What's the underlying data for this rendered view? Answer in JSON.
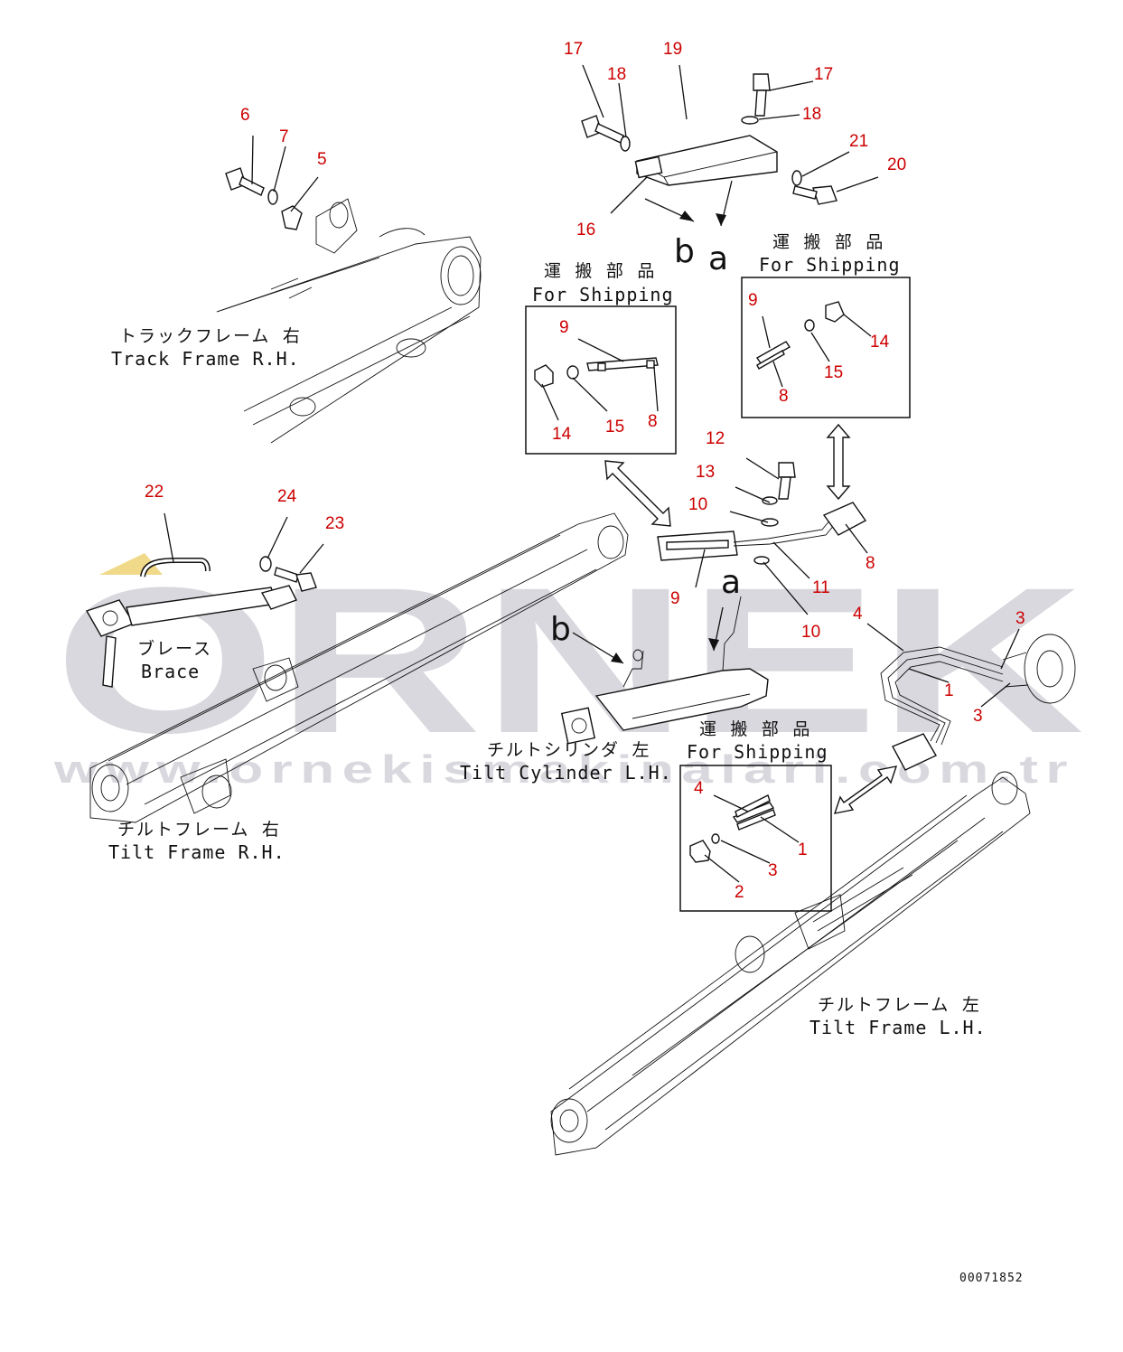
{
  "callouts": {
    "c17a": "17",
    "c18a": "18",
    "c19": "19",
    "c17b": "17",
    "c18b": "18",
    "c21": "21",
    "c20": "20",
    "c16": "16",
    "c6": "6",
    "c7": "7",
    "c5": "5",
    "c9a": "9",
    "c14a": "14",
    "c15a": "15",
    "c8a": "8",
    "c9b": "9",
    "c14b": "14",
    "c15b": "15",
    "c8b": "8",
    "c12": "12",
    "c13": "13",
    "c10a": "10",
    "c8c": "8",
    "c11": "11",
    "c9c": "9",
    "c10b": "10",
    "c22": "22",
    "c24": "24",
    "c23": "23",
    "c4a": "4",
    "c3a": "3",
    "c1a": "1",
    "c3b": "3",
    "c4b": "4",
    "c1b": "1",
    "c3c": "3",
    "c2": "2"
  },
  "view_letters": {
    "b_top": "b",
    "a_top": "a",
    "a_mid": "a",
    "b_mid": "b"
  },
  "labels": {
    "shipping_jp": "運 搬 部 品",
    "shipping_en": "For Shipping",
    "track_frame_jp": "トラックフレーム 右",
    "track_frame_en": "Track Frame R.H.",
    "brace_jp": "ブレース",
    "brace_en": "Brace",
    "tilt_frame_rh_jp": "チルトフレーム 右",
    "tilt_frame_rh_en": "Tilt Frame R.H.",
    "tilt_cyl_jp": "チルトシリンダ 左",
    "tilt_cyl_en": "Tilt Cylinder L.H.",
    "tilt_frame_lh_jp": "チルトフレーム 左",
    "tilt_frame_lh_en": "Tilt Frame L.H."
  },
  "drawing_number": "00071852",
  "watermark": {
    "brand": "ORNEK",
    "url": "www.ornekismakinalari.com.tr"
  },
  "colors": {
    "callout": "#cc0000",
    "watermark": "#b9b9c4",
    "line": "#111111"
  }
}
